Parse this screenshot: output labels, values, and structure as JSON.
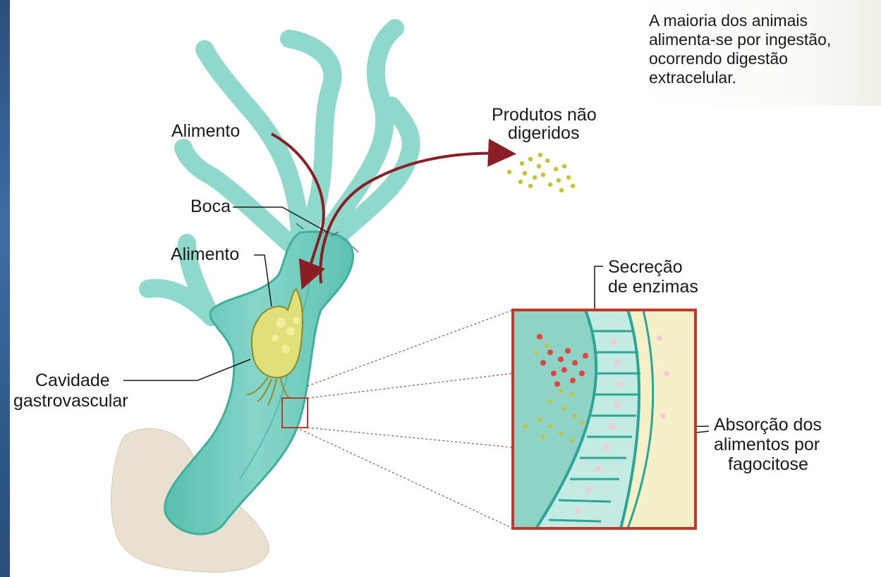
{
  "caption": "A maioria dos animais\nalimenta-se por ingestão,\nocorrendo digestão\nextracelular.",
  "labels": {
    "alimento_top": "Alimento",
    "produtos_line1": "Produtos não",
    "produtos_line2": "digeridos",
    "boca": "Boca",
    "alimento_mid": "Alimento",
    "secrecao_line1": "Secreção",
    "secrecao_line2": "de enzimas",
    "cavidade_line1": "Cavidade",
    "cavidade_line2": "gastrovascular",
    "absorcao_line1": "Absorção dos",
    "absorcao_line2": "alimentos por",
    "absorcao_line3": "fagocitose"
  },
  "colors": {
    "body": "#7ccfc2",
    "body_dark": "#3fae9e",
    "arrow": "#8b1e24",
    "inset_border": "#c0392b",
    "food": "#dfe07a",
    "particles": "#c7c233",
    "enzymes": "#e0443c",
    "rock": "#e9e0cf"
  }
}
